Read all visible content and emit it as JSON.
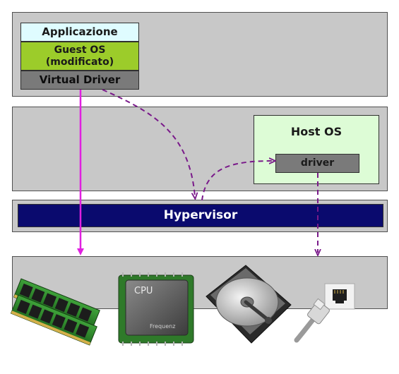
{
  "guest_vm": {
    "application_label": "Applicazione",
    "guest_os_line1": "Guest OS",
    "guest_os_line2": "(modificato)",
    "virtual_driver_label": "Virtual Driver"
  },
  "host": {
    "host_os_label": "Host OS",
    "driver_label": "driver"
  },
  "hypervisor": {
    "label": "Hypervisor"
  },
  "hardware": {
    "cpu_label": "CPU",
    "cpu_sublabel": "Frequenz"
  },
  "colors": {
    "layer_fill": "#c8c8c8",
    "application_fill": "#dffcff",
    "guest_os_fill": "#9ccc2a",
    "virtual_driver_fill": "#7a7a7a",
    "host_os_fill": "#ddfcd6",
    "driver_fill": "#7a7a7a",
    "hypervisor_fill": "#0a0a6e",
    "arrow_solid": "#e020e0",
    "arrow_dashed": "#7a1a8a"
  }
}
